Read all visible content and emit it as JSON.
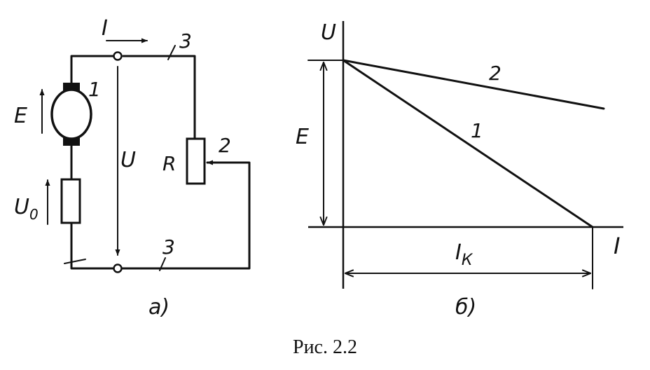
{
  "circuit": {
    "current_label": "I",
    "voltage_label": "U",
    "emf_label": "E",
    "u0_label": "U",
    "u0_sub": "0",
    "resistor_label": "R",
    "marker_1": "1",
    "marker_2": "2",
    "marker_3_top": "3",
    "marker_3_bottom": "3",
    "panel_label": "a)"
  },
  "graph": {
    "y_axis_label": "U",
    "x_axis_label": "I",
    "e_label": "E",
    "ik_label": "I",
    "ik_sub": "К",
    "line_1_label": "1",
    "line_2_label": "2",
    "panel_label": "б)"
  },
  "caption": "Рис. 2.2"
}
